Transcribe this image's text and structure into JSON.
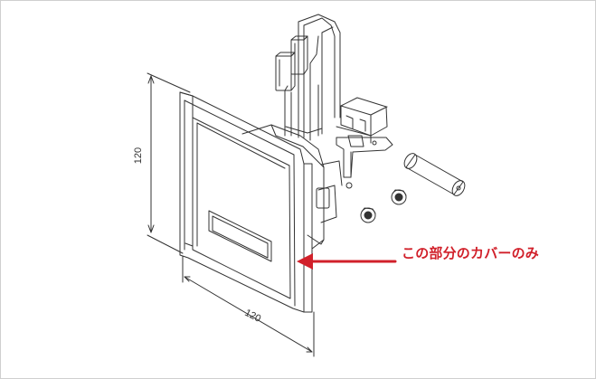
{
  "dimensions": {
    "height_label": "120",
    "width_label": "120"
  },
  "callout": {
    "text": "この部分のカバーのみ"
  },
  "colors": {
    "line": "#333333",
    "accent": "#d1202a"
  }
}
